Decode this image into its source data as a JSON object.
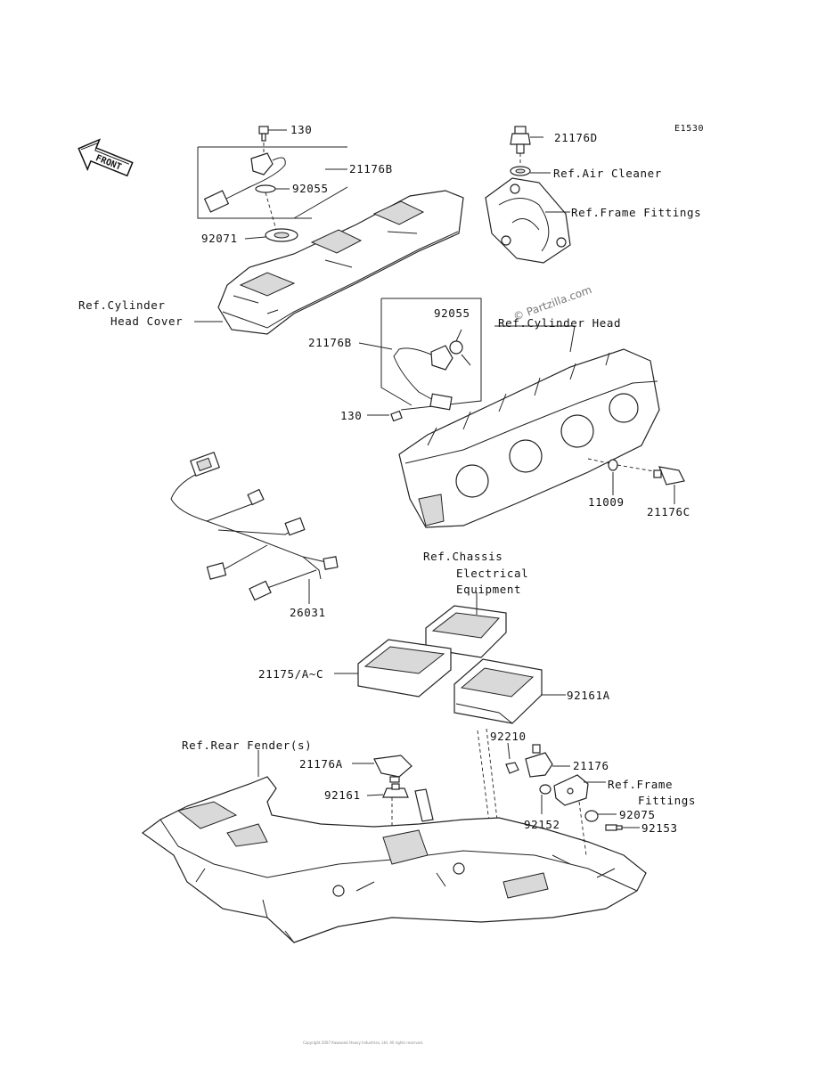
{
  "diagram_code": "E1530",
  "front_label": "FRONT",
  "watermark": "© Partzilla.com",
  "footer_copyright": "Copyright 2007 Kawasaki Heavy Industries, Ltd. All rights reserved.",
  "labels": {
    "p130_top": "130",
    "p21176D": "21176D",
    "ref_air_cleaner": "Ref.Air Cleaner",
    "ref_frame_fittings_top": "Ref.Frame Fittings",
    "p21176B_top": "21176B",
    "p92055_top": "92055",
    "p92071": "92071",
    "ref_cyl_head_cover_1": "Ref.Cylinder",
    "ref_cyl_head_cover_2": "Head Cover",
    "p92055_mid": "92055",
    "ref_cylinder_head": "Ref.Cylinder Head",
    "p21176B_mid": "21176B",
    "p130_mid": "130",
    "p11009": "11009",
    "p21176C": "21176C",
    "p26031": "26031",
    "ref_chassis_1": "Ref.Chassis",
    "ref_chassis_2": "Electrical",
    "ref_chassis_3": "Equipment",
    "p21175": "21175/A~C",
    "p92161A": "92161A",
    "ref_rear_fender": "Ref.Rear Fender(s)",
    "p92210": "92210",
    "p21176A": "21176A",
    "p21176": "21176",
    "ref_frame_fittings_bot_1": "Ref.Frame",
    "ref_frame_fittings_bot_2": "Fittings",
    "p92161": "92161",
    "p92075": "92075",
    "p92152": "92152",
    "p92153": "92153"
  }
}
